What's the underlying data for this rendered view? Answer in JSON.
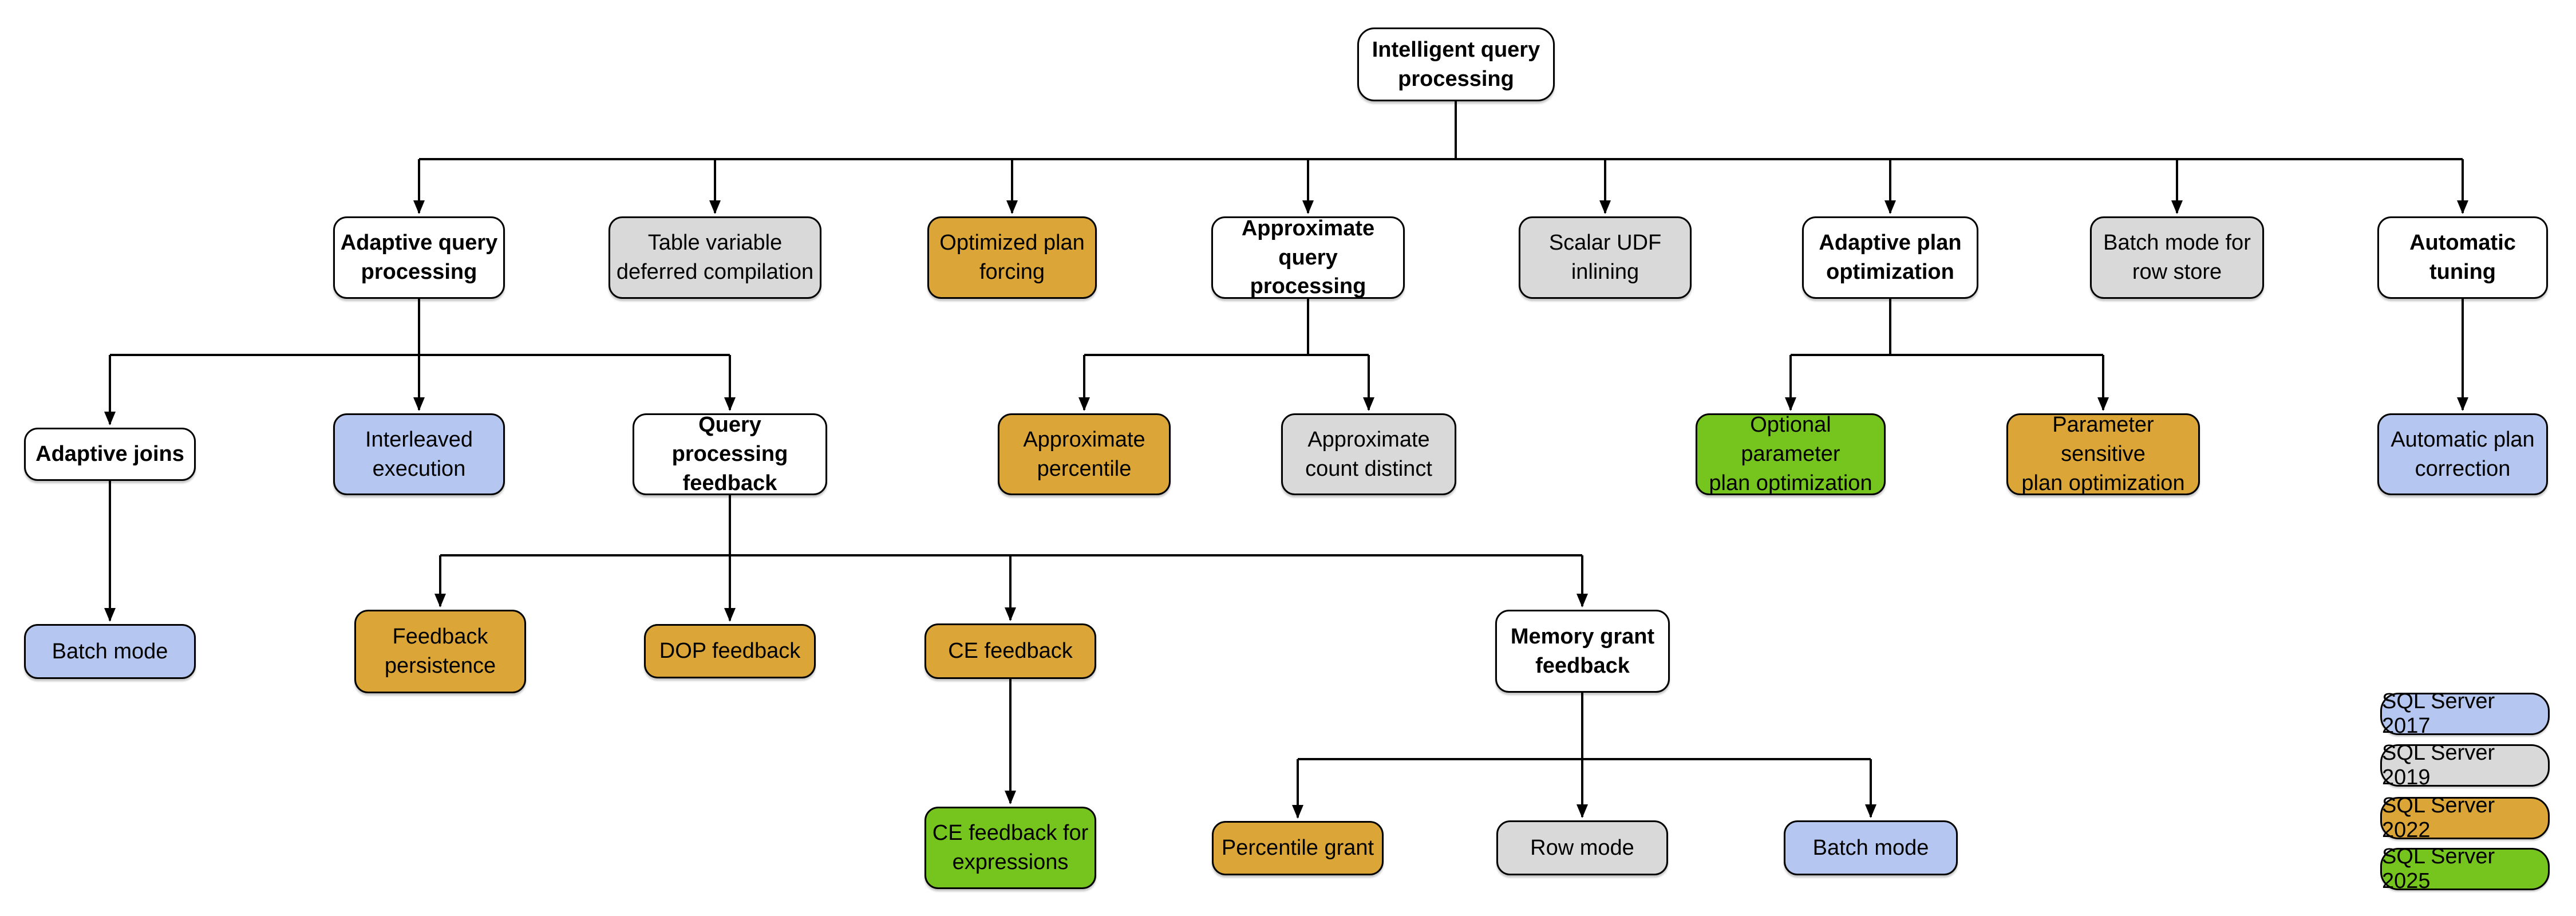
{
  "diagram_title": "Intelligent query processing",
  "palette": {
    "white": "#FFFFFF",
    "sql_server_2017_blue": "#B5C7F0",
    "sql_server_2019_gray": "#D9D9D9",
    "sql_server_2022_gold": "#DBA637",
    "sql_server_2025_green": "#76C41E",
    "outline_black": "#000000"
  },
  "nodes": {
    "root": "Intelligent query\nprocessing",
    "adaptive_query_processing": "Adaptive query\nprocessing",
    "table_variable_deferred_compilation": "Table variable\ndeferred compilation",
    "optimized_plan_forcing": "Optimized plan\nforcing",
    "approximate_query_processing": "Approximate\nquery processing",
    "scalar_udf_inlining": "Scalar UDF\ninlining",
    "adaptive_plan_optimization": "Adaptive plan\noptimization",
    "batch_mode_for_row_store": "Batch mode for\nrow store",
    "automatic_tuning": "Automatic\ntuning",
    "adaptive_joins": "Adaptive joins",
    "interleaved_execution": "Interleaved\nexecution",
    "query_processing_feedback": "Query processing\nfeedback",
    "approximate_percentile": "Approximate\npercentile",
    "approximate_count_distinct": "Approximate\ncount distinct",
    "optional_parameter_plan_optimization": "Optional parameter\nplan optimization",
    "parameter_sensitive_plan_optimization": "Parameter sensitive\nplan optimization",
    "automatic_plan_correction": "Automatic plan\ncorrection",
    "batch_mode_adaptive_joins": "Batch mode",
    "feedback_persistence": "Feedback\npersistence",
    "dop_feedback": "DOP feedback",
    "ce_feedback": "CE feedback",
    "memory_grant_feedback": "Memory grant\nfeedback",
    "ce_feedback_for_expressions": "CE feedback for\nexpressions",
    "percentile_grant": "Percentile grant",
    "row_mode": "Row mode",
    "batch_mode_memory_grant": "Batch mode"
  },
  "legend": [
    {
      "label": "SQL Server 2017",
      "color": "#B5C7F0"
    },
    {
      "label": "SQL Server 2019",
      "color": "#D9D9D9"
    },
    {
      "label": "SQL Server 2022",
      "color": "#DBA637"
    },
    {
      "label": "SQL Server 2025",
      "color": "#76C41E"
    }
  ]
}
